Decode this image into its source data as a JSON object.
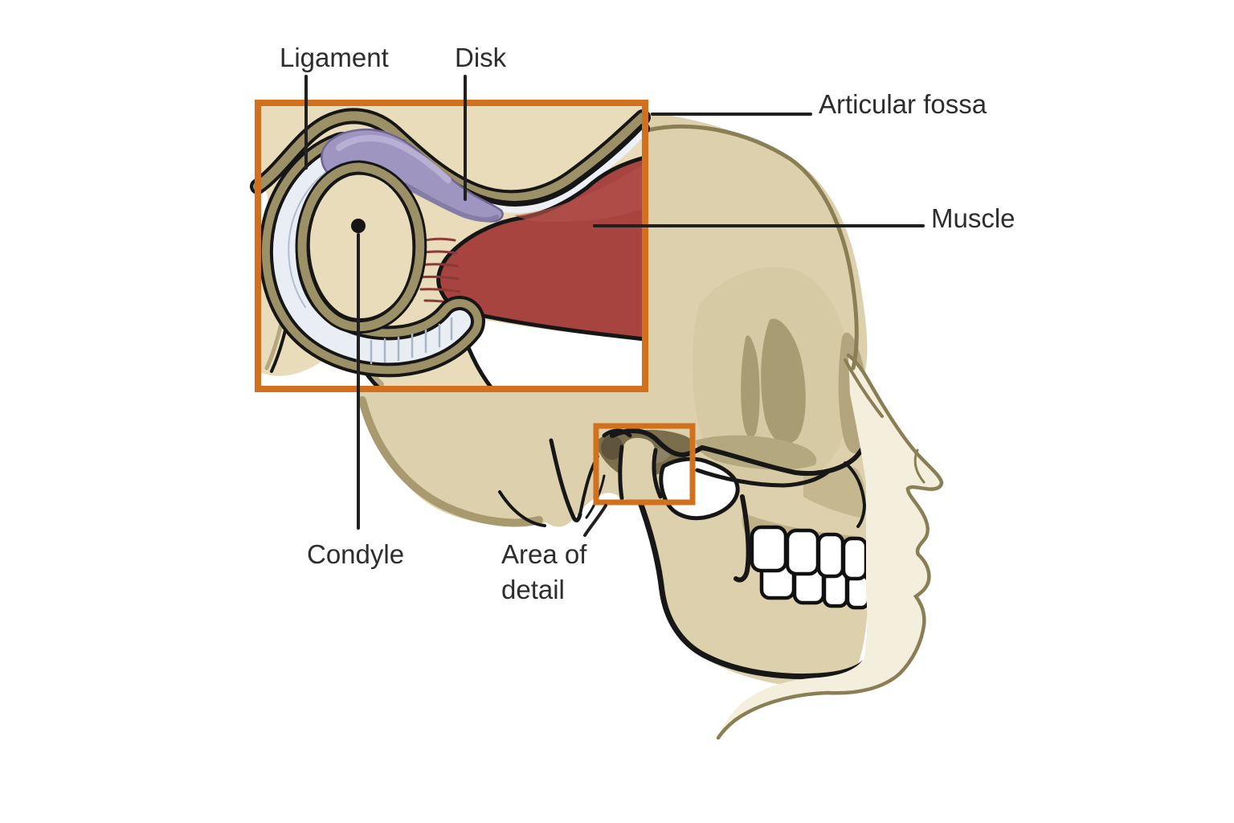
{
  "figure": {
    "type": "anatomical-diagram",
    "subject": "Temporomandibular joint (TMJ) with detail inset",
    "labels": {
      "ligament": "Ligament",
      "disk": "Disk",
      "articular_fossa": "Articular fossa",
      "muscle": "Muscle",
      "condyle": "Condyle",
      "area_of_detail_line1": "Area of",
      "area_of_detail_line2": "detail"
    },
    "colors": {
      "accent_orange": "#d1701d",
      "muscle_red": "#a74440",
      "muscle_striation": "#8c3a37",
      "disk_purple": "#9e96c1",
      "bone_inset": "#e8dcba",
      "bone_skull": "#ddd1ad",
      "bone_shadow": "#a89c72",
      "bone_outline_olive": "#8a7e54",
      "cortical_olive": "#9c9066",
      "ligament_white": "#e9edf4",
      "face_cream": "#f4eedd",
      "text": "#2d2d2d",
      "line_black": "#1b1b1b"
    }
  }
}
